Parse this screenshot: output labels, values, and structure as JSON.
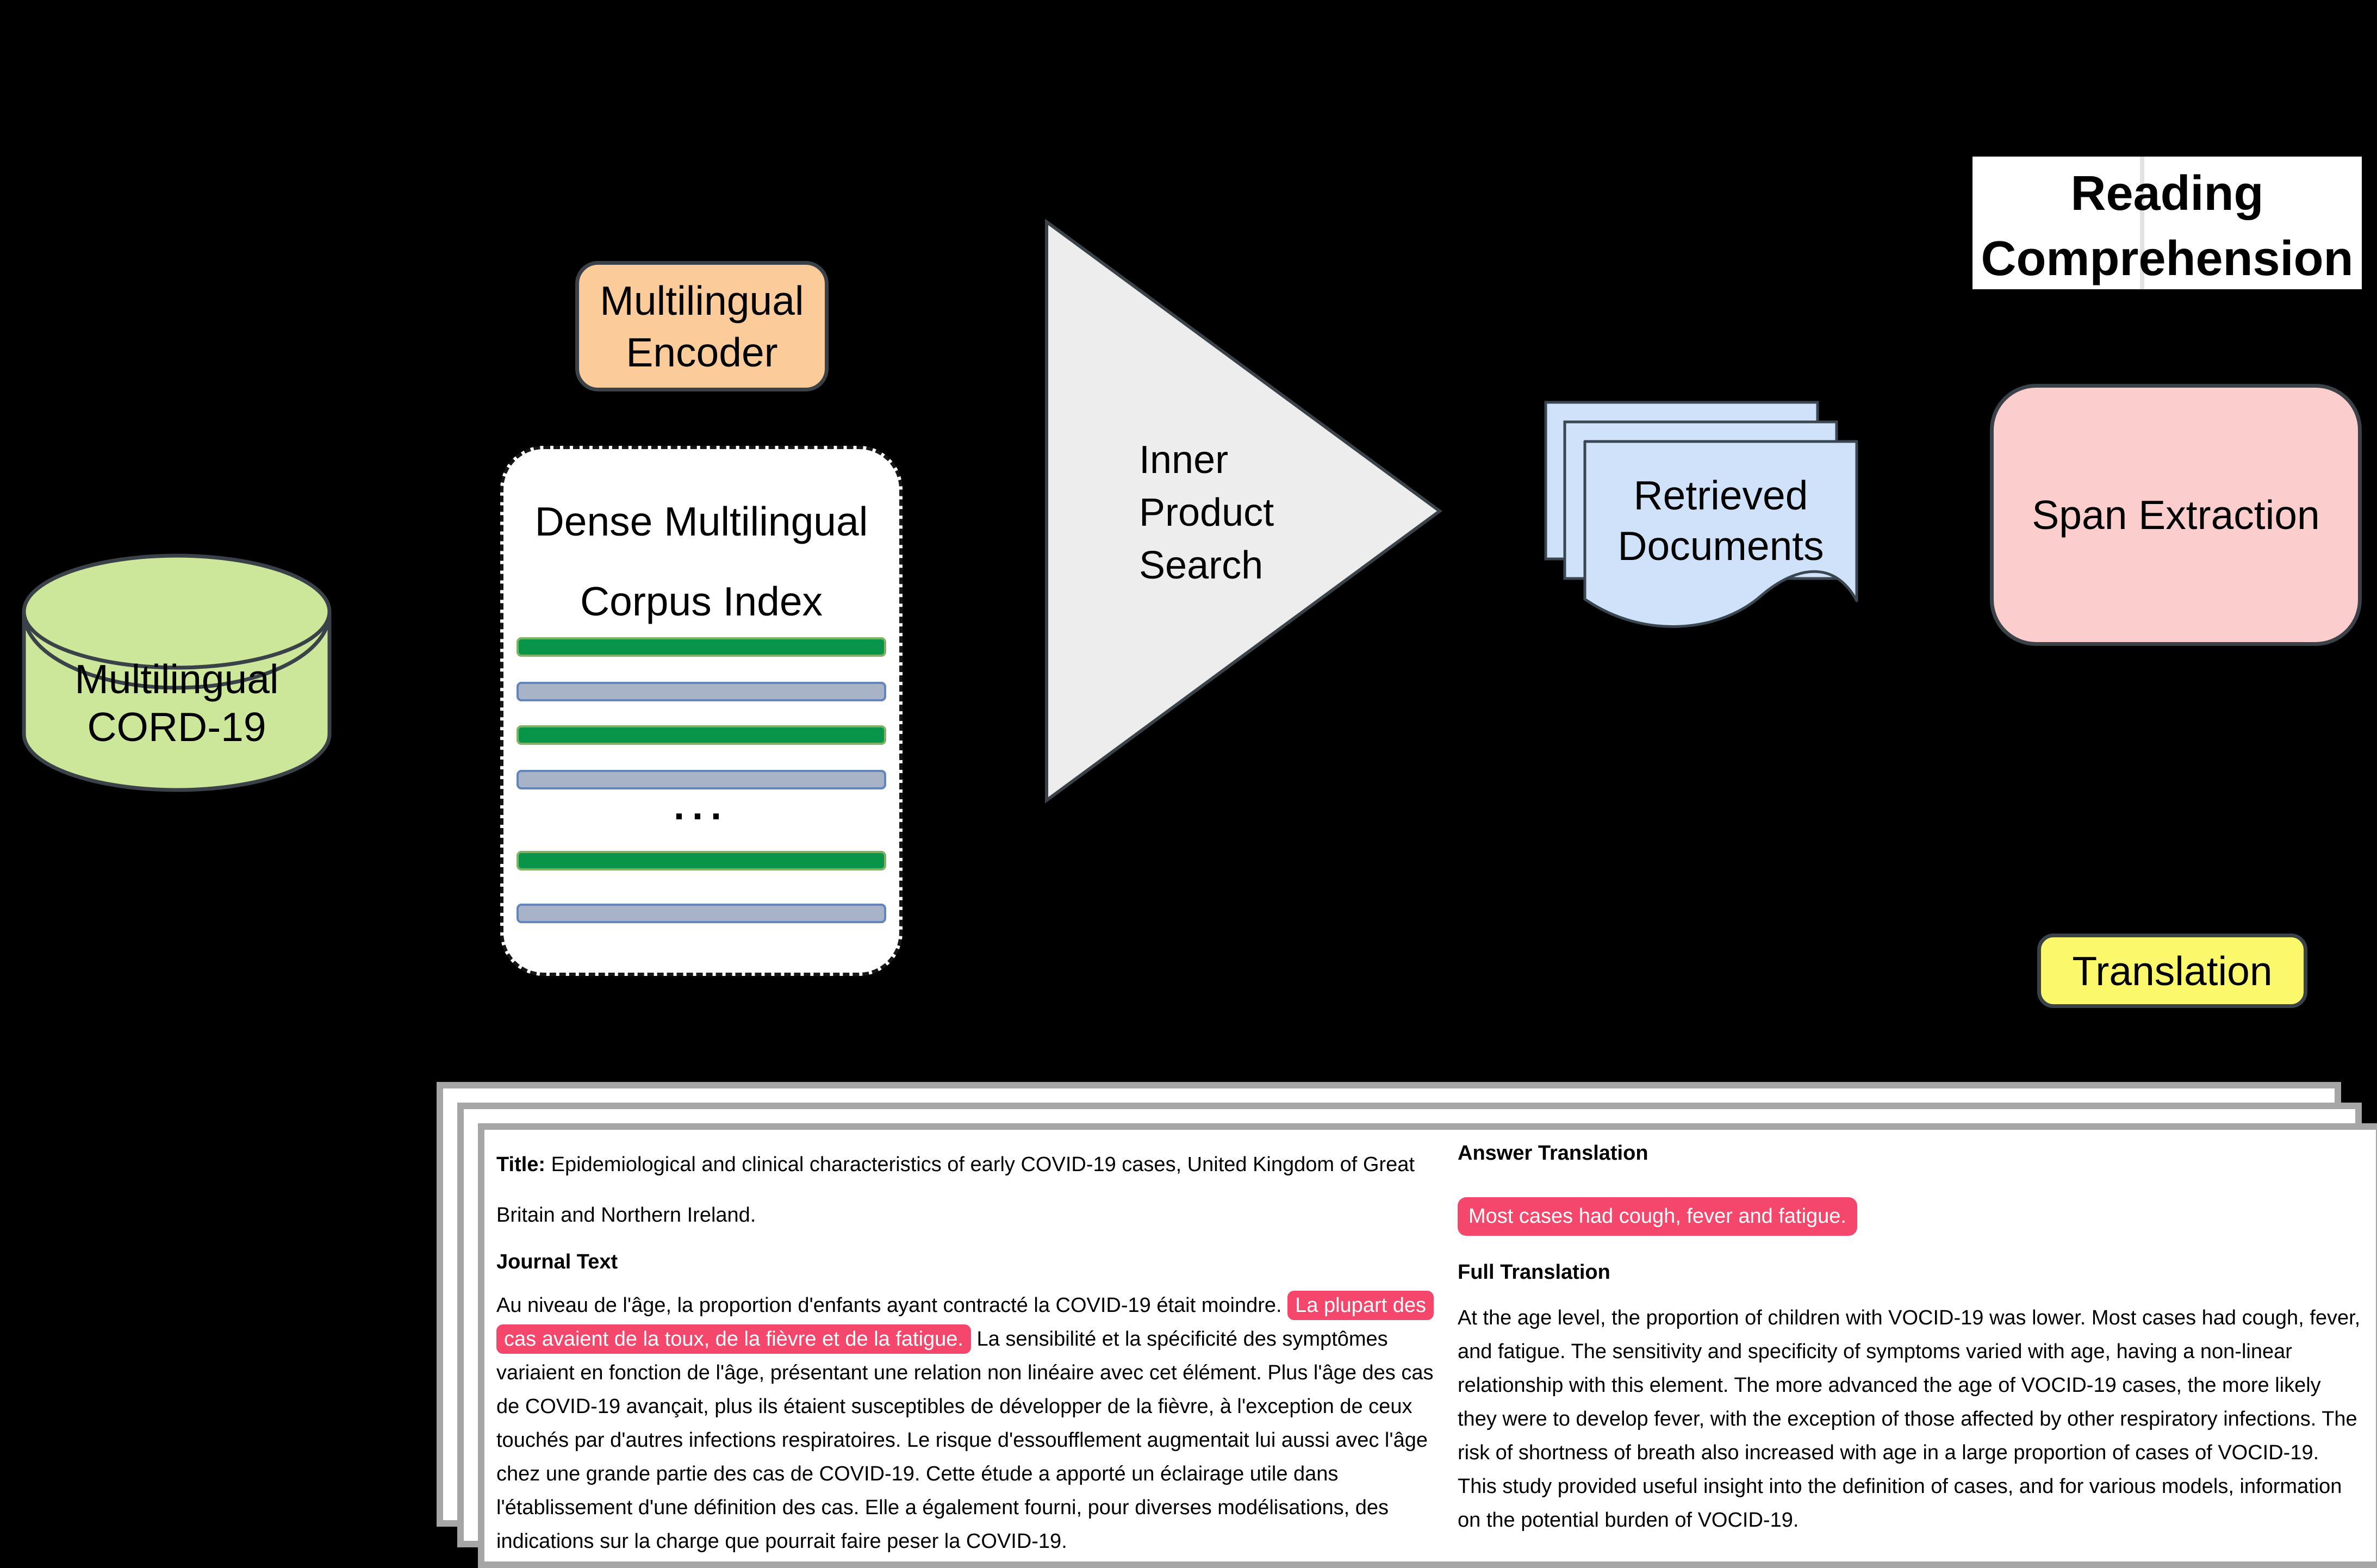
{
  "diagram": {
    "corpus_db": {
      "label": "Multilingual\nCORD-19"
    },
    "encoder": {
      "label": "Multilingual\nEncoder"
    },
    "index": {
      "title": "Dense Multilingual\nCorpus Index",
      "ellipsis": "..."
    },
    "search": {
      "label": "Inner\nProduct\nSearch"
    },
    "retrieved_docs": {
      "label": "Retrieved\nDocuments"
    },
    "reading_comprehension": {
      "label": "Reading\nComprehension"
    },
    "span_extraction": {
      "label": "Span Extraction"
    },
    "translation": {
      "label": "Translation"
    }
  },
  "document": {
    "title_label": "Title:",
    "title_text": "Epidemiological and clinical characteristics of early COVID-19 cases, United Kingdom of Great Britain and Northern Ireland.",
    "journal_heading": "Journal Text",
    "fr_pre": "Au niveau de l'âge, la proportion d'enfants ayant contracté la COVID-19 était moindre.",
    "fr_highlight": "La plupart des cas avaient de la toux, de la fièvre et de la fatigue.",
    "fr_post": "La sensibilité et la spécificité des symptômes variaient en fonction de l'âge, présentant une relation non linéaire avec cet élément. Plus l'âge des cas de COVID-19 avançait, plus ils étaient susceptibles de développer de la fièvre, à l'exception de ceux touchés par d'autres infections respiratoires. Le risque d'essoufflement augmentait lui aussi avec l'âge chez une grande partie des cas de COVID-19. Cette étude a apporté un éclairage utile dans l'établissement d'une définition des cas. Elle a également fourni, pour diverses modélisations, des indications sur la charge que pourrait faire peser la COVID-19.",
    "answer_heading": "Answer Translation",
    "answer_highlight": "Most cases had cough, fever and fatigue.",
    "full_heading": "Full Translation",
    "full_text": "At the age level, the proportion of children with VOCID-19 was lower. Most cases had cough, fever, and fatigue. The sensitivity and specificity of symptoms varied with age, having a non-linear relationship with this element. The more advanced the age of VOCID-19 cases, the more likely they were to develop fever, with the exception of those affected by other respiratory infections. The risk of shortness of breath also increased with age in a large proportion of cases of VOCID-19. This study provided useful insight into the definition of cases, and for various models, information on the potential burden of VOCID-19."
  },
  "colors": {
    "background": "#000000",
    "db_green": "#cde79a",
    "encoder_orange": "#fbcb99",
    "index_bar_green": "#089449",
    "index_bar_green_border": "#7fb264",
    "index_bar_gray": "#a9b3c7",
    "index_bar_gray_border": "#6286bb",
    "triangle_gray": "#ededed",
    "docs_blue": "#cfe2fa",
    "span_pink": "#fbcdcd",
    "translation_yellow": "#fcf86c",
    "highlight_pink": "#f4476b",
    "page_border_gray": "#a6a6a6",
    "outline_dark": "#3a4149"
  }
}
